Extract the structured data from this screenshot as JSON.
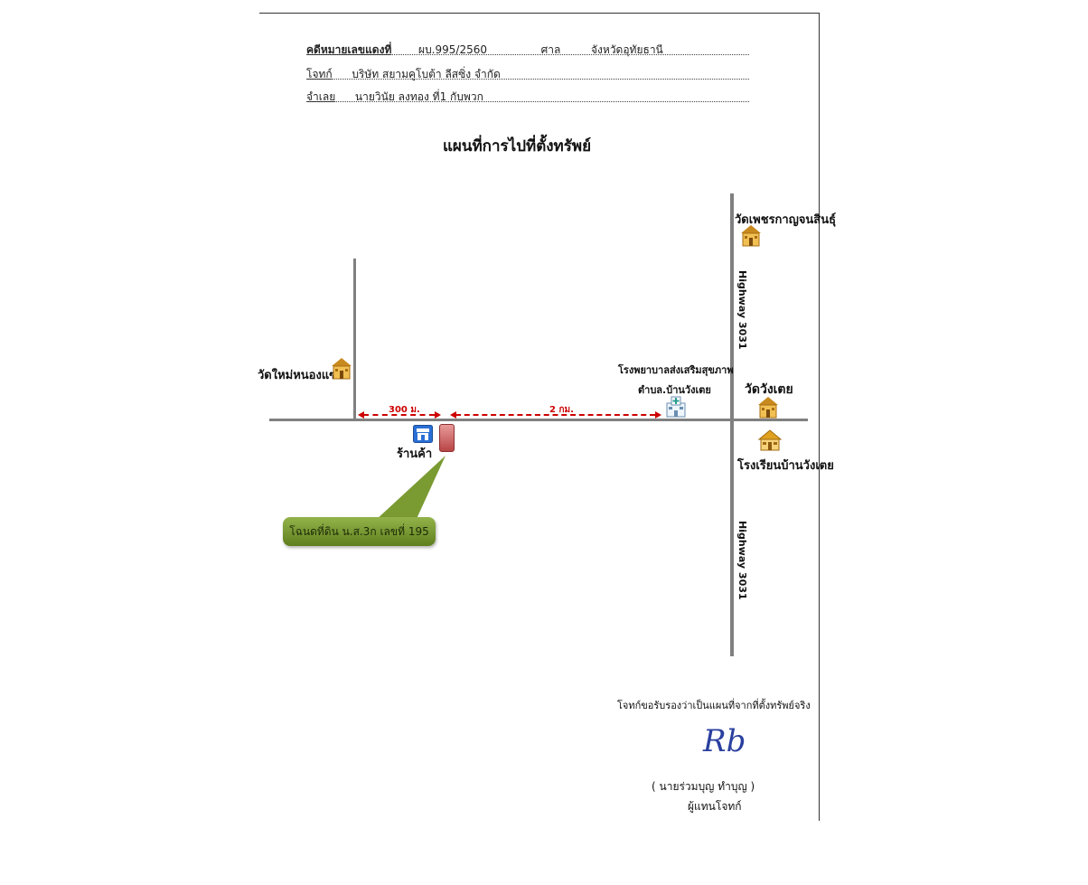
{
  "header": {
    "case_label": "คดีหมายเลขแดงที่",
    "case_number": "ผบ.995/2560",
    "court_label": "ศาล",
    "court_name": "จังหวัดอุทัยธานี",
    "plaintiff_label": "โจทก์",
    "plaintiff_name": "บริษัท สยามคูโบต้า ลีสซิ่ง จำกัด",
    "defendant_label": "จำเลย",
    "defendant_name": "นายวินัย ลงทอง ที่1 กับพวก"
  },
  "title": "แผนที่การไปที่ตั้งทรัพย์",
  "map": {
    "temple_north": "วัดเพชรกาญจนสินธุ์",
    "temple_west": "วัดใหม่หนองแซม",
    "temple_east": "วัดวังเตย",
    "hospital_line1": "โรงพยาบาลส่งเสริมสุขภาพ",
    "hospital_line2": "ตำบล.บ้านวังเตย",
    "school": "โรงเรียนบ้านวังเตย",
    "shop": "ร้านค้า",
    "highway_upper": "Highway 3031",
    "highway_lower": "Highway 3031",
    "distance_short": "300 ม.",
    "distance_long": "2 กม.",
    "deed_callout": "โฉนดที่ดิน น.ส.3ก เลขที่ 195",
    "road_color": "#808080",
    "arrow_color": "#cc0000",
    "plot_color": "#c85050",
    "callout_color": "#7a9a32"
  },
  "certification": {
    "statement": "โจทก์ขอรับรองว่าเป็นแผนที่จากที่ตั้งทรัพย์จริง",
    "signature": "Rb",
    "signer_name": "(   นายร่วมบุญ   ทำบุญ   )",
    "signer_role": "ผู้แทนโจทก์"
  }
}
